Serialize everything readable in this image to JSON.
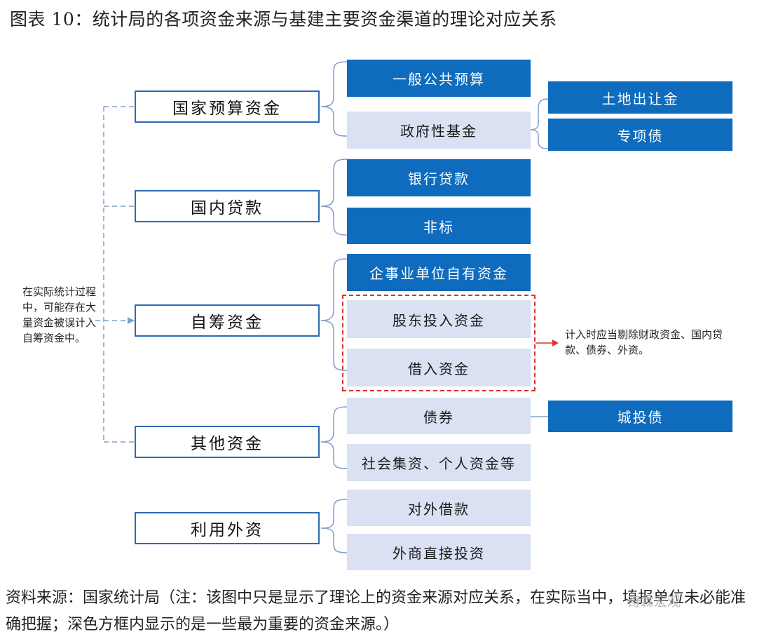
{
  "title": "图表 10：统计局的各项资金来源与基建主要资金渠道的理论对应关系",
  "categories": {
    "national_budget": "国家预算资金",
    "domestic_loans": "国内贷款",
    "self_raised": "自筹资金",
    "other": "其他资金",
    "foreign": "利用外资"
  },
  "subs": {
    "general_budget": "一般公共预算",
    "gov_fund": "政府性基金",
    "land_transfer": "土地出让金",
    "special_bond": "专项债",
    "bank_loan": "银行贷款",
    "non_standard": "非标",
    "own_funds": "企事业单位自有资金",
    "shareholder": "股东投入资金",
    "borrowed": "借入资金",
    "bonds": "债券",
    "chengtou": "城投债",
    "social_funds": "社会集资、个人资金等",
    "foreign_loans": "对外借款",
    "fdi": "外商直接投资"
  },
  "notes": {
    "left": "在实际统计过程中，可能存在大量资金被误计入自筹资金中。",
    "right": "计入时应当剔除财政资金、国内贷款、债券、外资。"
  },
  "footer": "资料来源：国家统计局（注：该图中只是显示了理论上的资金来源对应关系，在实际当中，填报单位未必能准确把握；深色方框内显示的是一些最为重要的资金来源。）",
  "watermark": "奇霖宏观",
  "colors": {
    "dark_box": "#0e6bbd",
    "light_box": "#d9e1f2",
    "border": "#2e69b4",
    "dashed_line": "#7f9fcf",
    "highlight": "#e03030"
  }
}
